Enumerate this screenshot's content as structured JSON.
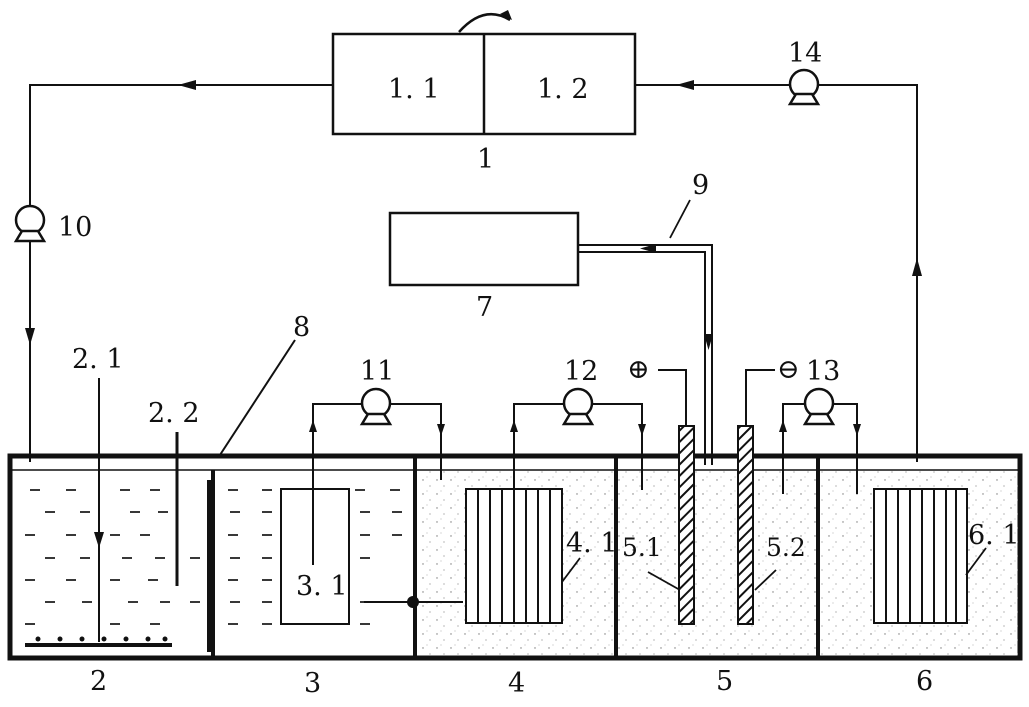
{
  "labels": {
    "unit_1": "1",
    "unit_1_1": "1. 1",
    "unit_1_2": "1. 2",
    "tank_2": "2",
    "tank_3": "3",
    "tank_4": "4",
    "tank_5": "5",
    "tank_6": "6",
    "unit_7": "7",
    "part_8": "8",
    "pipe_9": "9",
    "pump_10": "10",
    "pump_11": "11",
    "pump_12": "12",
    "pump_13": "13",
    "pump_14": "14",
    "part_2_1": "2. 1",
    "part_2_2": "2. 2",
    "part_3_1": "3. 1",
    "part_4_1": "4. 1",
    "electrode_5_1": "5.1",
    "electrode_5_2": "5.2",
    "part_6_1": "6. 1",
    "anode_sign": "⊕",
    "cathode_sign": "⊖"
  }
}
